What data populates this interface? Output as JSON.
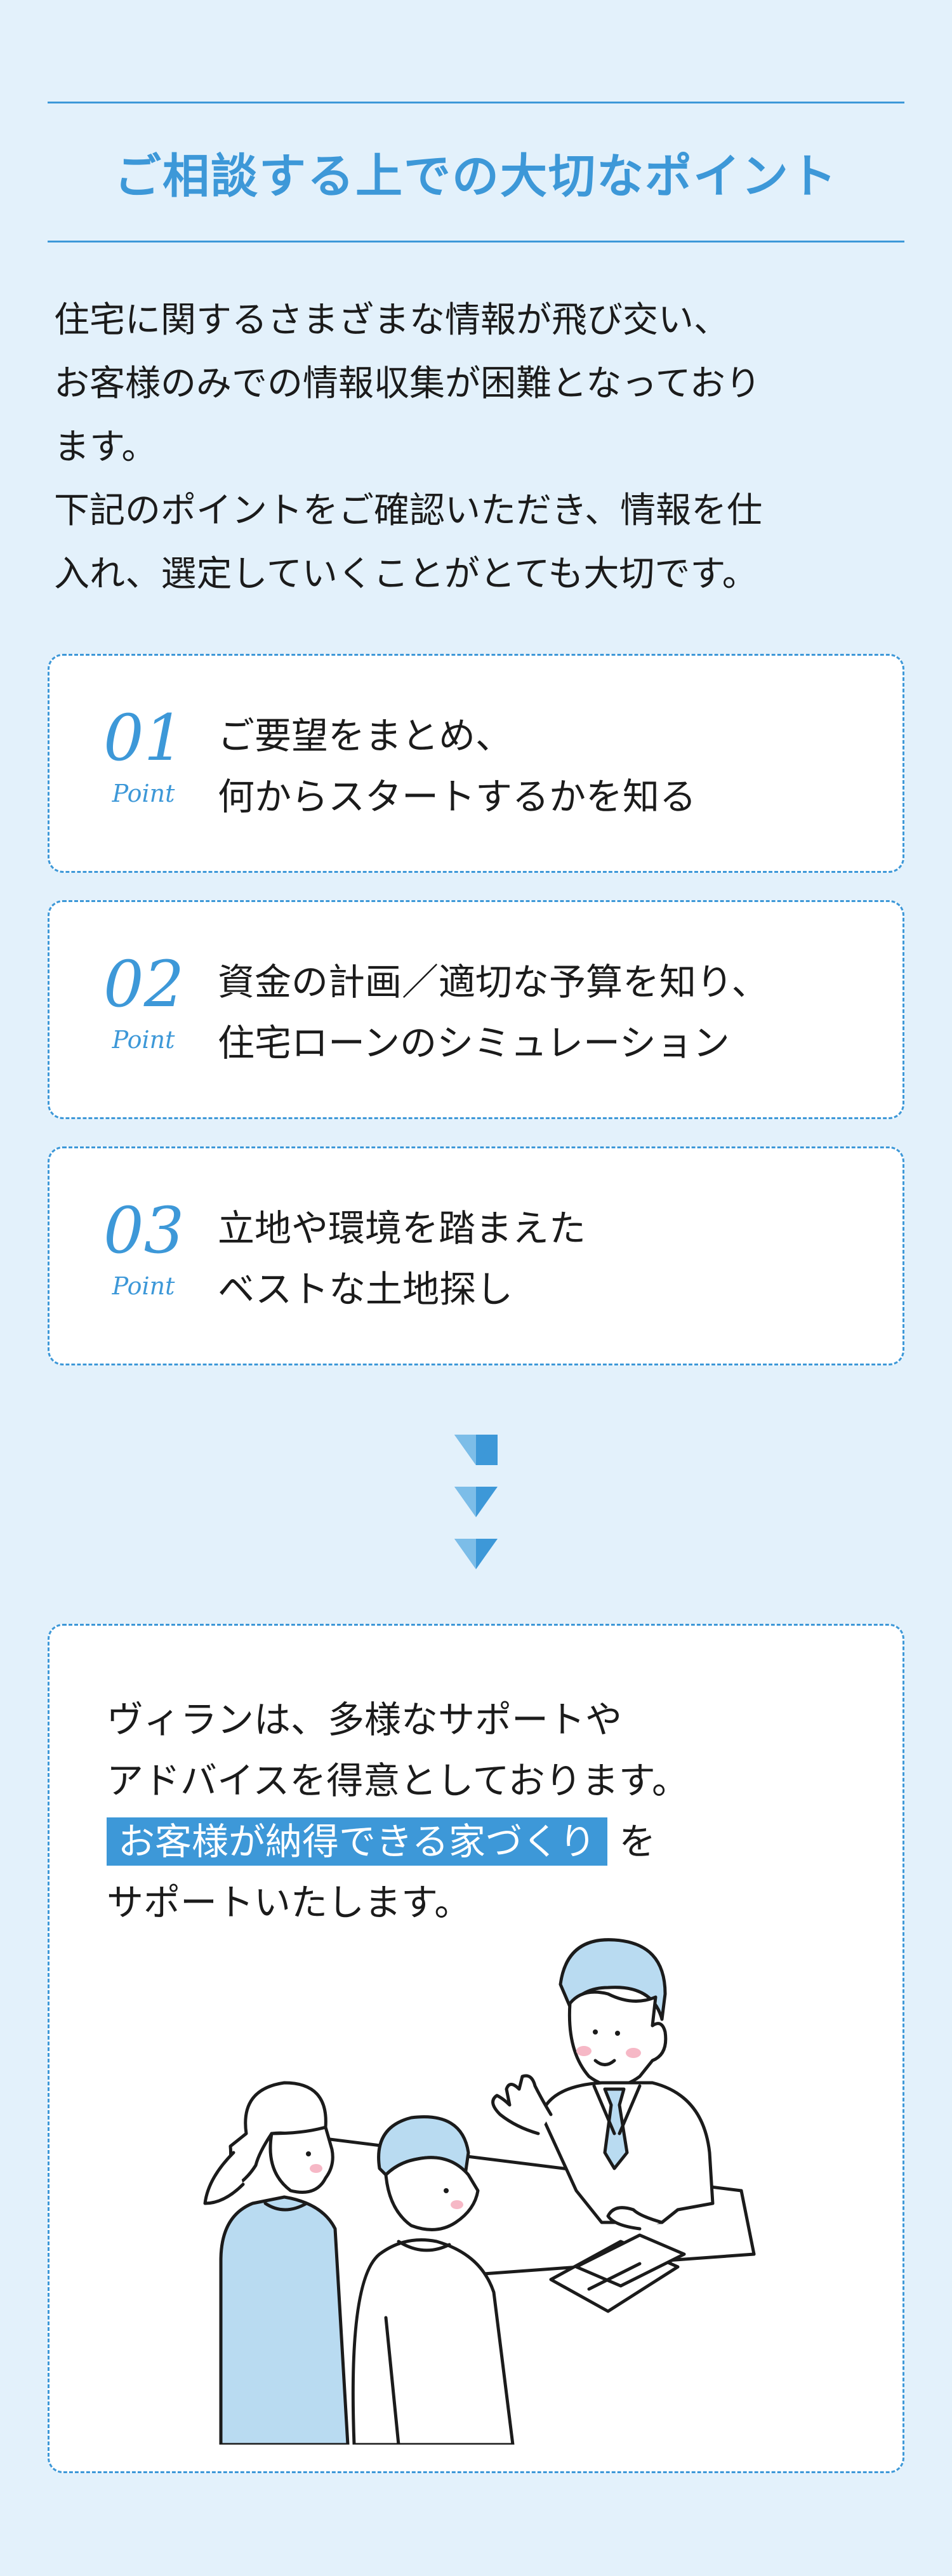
{
  "header": {
    "title": "ご相談する上での大切なポイント"
  },
  "intro": {
    "lines": [
      "住宅に関するさまざまな情報が飛び交い、",
      "お客様のみでの情報収集が困難となっており",
      "ます。",
      "下記のポイントをご確認いただき、情報を仕",
      "入れ、選定していくことがとても大切です。"
    ]
  },
  "points": [
    {
      "number": "01",
      "label": "Point",
      "lines": [
        "ご要望をまとめ、",
        "何からスタートするかを知る"
      ]
    },
    {
      "number": "02",
      "label": "Point",
      "lines": [
        "資金の計画／適切な予算を知り、",
        "住宅ローンのシミュレーション"
      ]
    },
    {
      "number": "03",
      "label": "Point",
      "lines": [
        "立地や環境を踏まえた",
        "ベストな土地探し"
      ]
    }
  ],
  "arrows": {
    "icon": "triangle-down-icon",
    "count": 3
  },
  "support": {
    "line1": "ヴィランは、多様なサポートや",
    "line2": "アドバイスを得意としております。",
    "highlight": "お客様が納得できる家づくり",
    "line3_suffix": "を",
    "line4": "サポートいたします。"
  },
  "illustration": {
    "icon": "consultation-illustration"
  },
  "colors": {
    "accent": "#3d98d8",
    "background": "#e3f1fb",
    "card": "#ffffff",
    "light_accent": "#b9dbf1",
    "text": "#1b1b1b"
  }
}
